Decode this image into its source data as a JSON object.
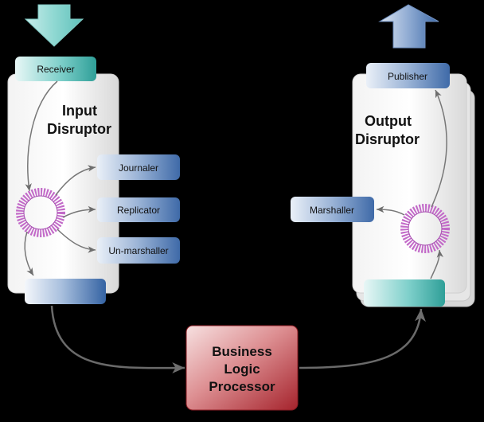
{
  "input": {
    "title_line1": "Input",
    "title_line2": "Disruptor",
    "receiver": "Receiver",
    "journaler": "Journaler",
    "replicator": "Replicator",
    "unmarshaller": "Un-marshaller"
  },
  "output": {
    "title_line1": "Output",
    "title_line2": "Disruptor",
    "publisher": "Publisher",
    "marshaller": "Marshaller"
  },
  "blp": {
    "line1": "Business",
    "line2": "Logic",
    "line3": "Processor"
  },
  "colors": {
    "background": "#000000",
    "teal": "#5fc6c0",
    "blue": "#4a79b5",
    "blp_red": "#b52a33",
    "ring": "#c26ac8"
  }
}
